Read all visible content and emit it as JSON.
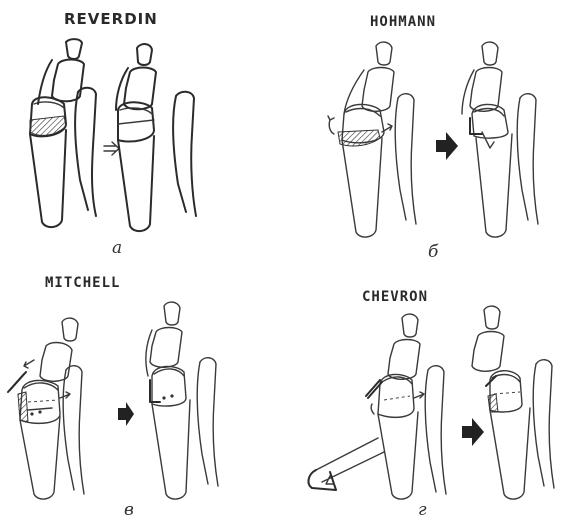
{
  "panels": {
    "a": {
      "title": "REVERDIN",
      "caption": "а"
    },
    "b": {
      "title": "HOHMANN",
      "caption": "б"
    },
    "c": {
      "title": "MITCHELL",
      "caption": "в"
    },
    "d": {
      "title": "CHEVRON",
      "caption": "г"
    }
  },
  "colors": {
    "ink": "#2b2b2b",
    "background": "#ffffff"
  }
}
